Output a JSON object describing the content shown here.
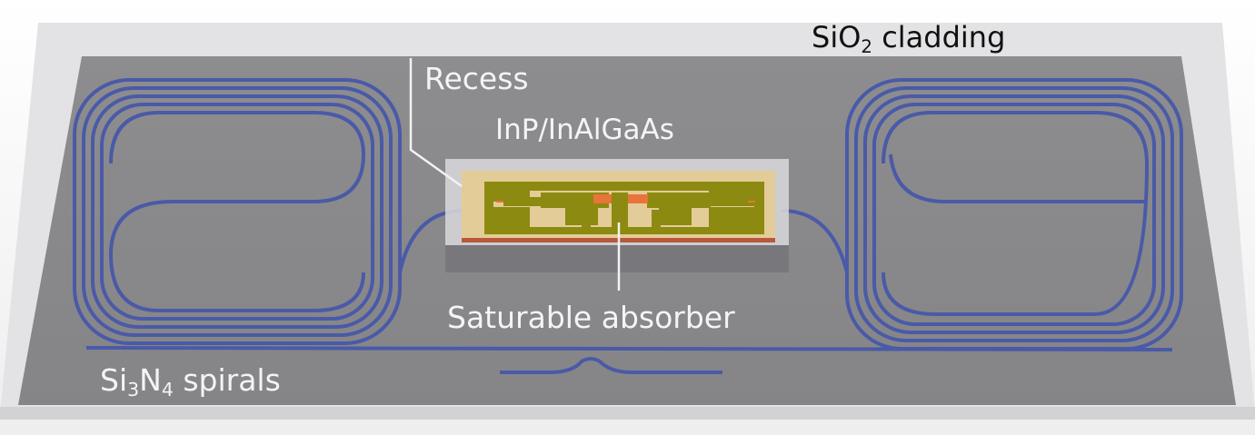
{
  "labels": {
    "cladding": {
      "main": "SiO",
      "sub": "2",
      "rest": " cladding"
    },
    "recess": "Recess",
    "chip_material": "InP/InAlGaAs",
    "absorber": "Saturable absorber",
    "spirals": {
      "a": "Si",
      "a_sub": "3",
      "b": "N",
      "b_sub": "4",
      "rest": " spirals"
    }
  },
  "colors": {
    "cladding": "#e2e2e4",
    "surface": "#8a8a8c",
    "waveguide": "#4a5aa8",
    "chip_frame": "#e6cf9a",
    "chip_metal": "#8c8a10",
    "absorber_section": "#e8743a"
  }
}
